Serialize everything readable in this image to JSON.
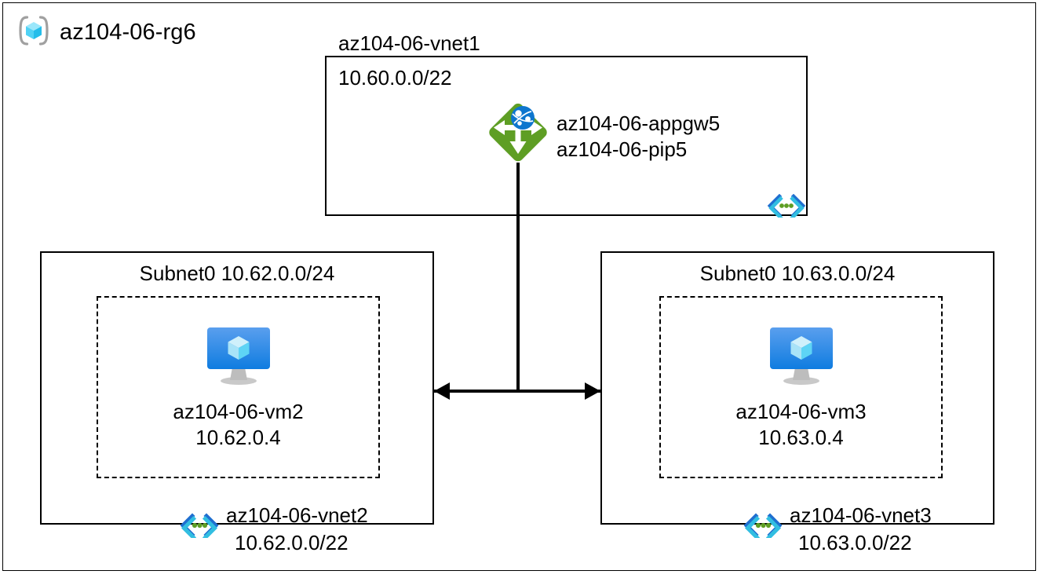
{
  "resource_group": {
    "name": "az104-06-rg6",
    "icon": "resource-group-icon"
  },
  "vnet1": {
    "name": "az104-06-vnet1",
    "cidr": "10.60.0.0/22",
    "icon": "virtual-network-icon"
  },
  "app_gateway": {
    "icon": "application-gateway-icon",
    "name": "az104-06-appgw5",
    "public_ip": "az104-06-pip5"
  },
  "vnet2": {
    "subnet_label": "Subnet0 10.62.0.0/24",
    "name": "az104-06-vnet2",
    "cidr": "10.62.0.0/22",
    "icon": "virtual-network-icon",
    "vm": {
      "icon": "virtual-machine-icon",
      "name": "az104-06-vm2",
      "ip": "10.62.0.4"
    }
  },
  "vnet3": {
    "subnet_label": "Subnet0 10.63.0.0/24",
    "name": "az104-06-vnet3",
    "cidr": "10.63.0.0/22",
    "icon": "virtual-network-icon",
    "vm": {
      "icon": "virtual-machine-icon",
      "name": "az104-06-vm3",
      "ip": "10.63.0.4"
    }
  },
  "connectors": {
    "peering_arrow": "bidirectional-peering-arrow",
    "gateway_link": "gateway-connection-line"
  },
  "colors": {
    "border": "#000000",
    "appgw_green": "#5E9E24",
    "globe_blue": "#0078D4",
    "vnet_cyan": "#32BEE1",
    "vnet_blue": "#1F6FD0",
    "vnet_green": "#5E9E24",
    "vm_blue_top": "#5A9FEE",
    "vm_blue_bottom": "#0F7CE0",
    "cube_cyan": "#9BE3F8",
    "rg_bracket_grey": "#A0A0A0"
  }
}
